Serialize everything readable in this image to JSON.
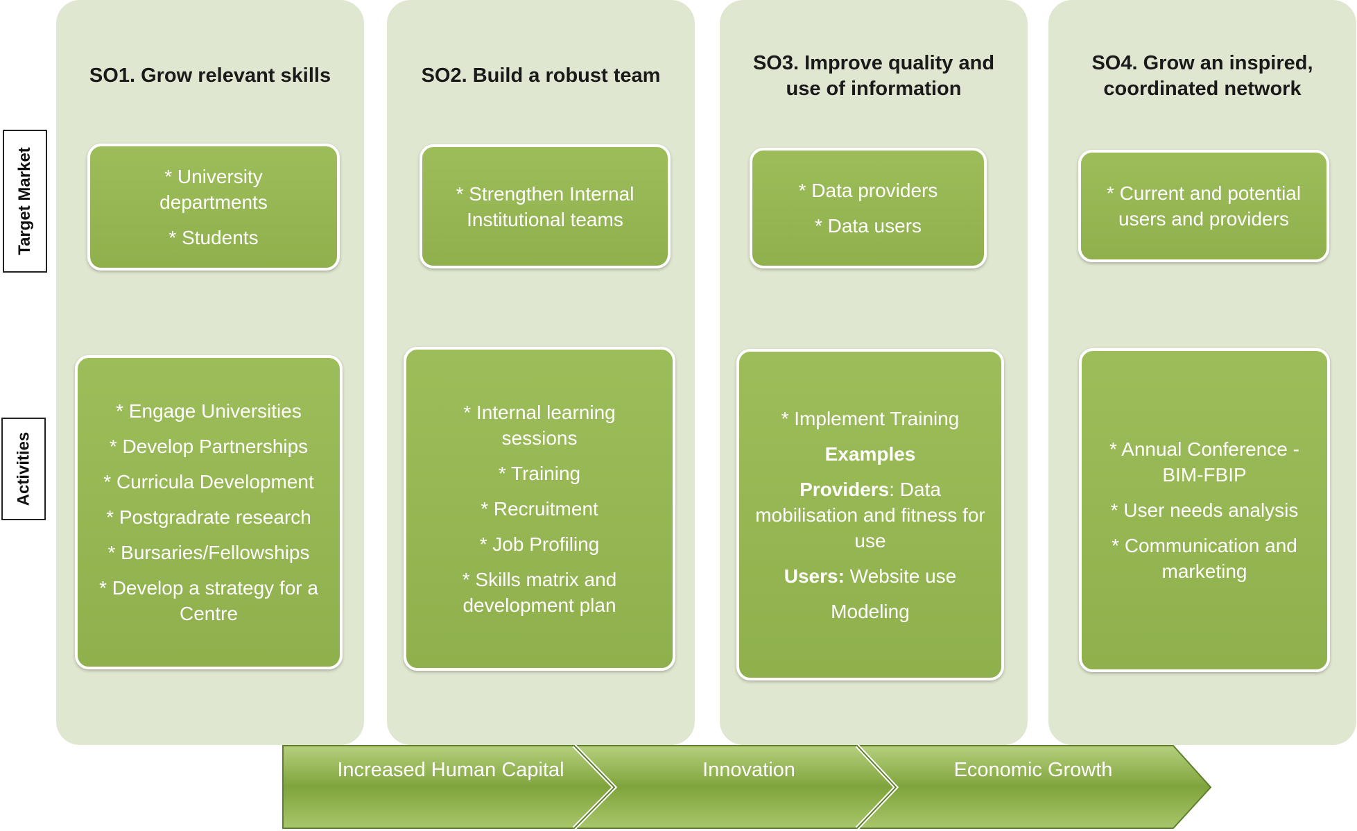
{
  "side_labels": {
    "target_market": "Target Market",
    "activities": "Activities"
  },
  "columns": [
    {
      "title_lines": [
        "SO1. Grow relevant skills"
      ],
      "target_lines": [
        "* University departments",
        "* Students"
      ],
      "activity_lines": [
        "* Engage Universities",
        "* Develop Partnerships",
        "* Curricula Development",
        "* Postgradrate research",
        "* Bursaries/Fellowships",
        "* Develop a strategy for a Centre"
      ]
    },
    {
      "title_lines": [
        "SO2. Build a robust team"
      ],
      "target_lines": [
        "* Strengthen Internal Institutional teams"
      ],
      "activity_lines": [
        "* Internal learning sessions",
        "* Training",
        "* Recruitment",
        "* Job Profiling",
        "* Skills matrix and development plan"
      ]
    },
    {
      "title_lines": [
        "SO3. Improve quality and",
        "use of information"
      ],
      "target_lines": [
        "* Data providers",
        "* Data users"
      ],
      "activity_lines": [
        "* Implement Training"
      ],
      "activity_examples": {
        "heading": "Examples",
        "providers_label": "Providers",
        "providers_text": ": Data mobilisation and fitness for use",
        "users_label": "Users:",
        "users_text": " Website use",
        "modeling": "Modeling"
      }
    },
    {
      "title_lines": [
        "SO4. Grow an inspired,",
        "coordinated network"
      ],
      "target_lines": [
        "* Current and potential users and providers"
      ],
      "activity_lines": [
        "* Annual Conference - BIM-FBIP",
        "* User needs analysis",
        "* Communication and marketing"
      ]
    }
  ],
  "outcomes_arrow": {
    "stages": [
      "Increased Human Capital",
      "Innovation",
      "Economic Growth"
    ],
    "colors": {
      "fill_top": "#b6cf7e",
      "fill_mid": "#7fa43c",
      "fill_bottom": "#a9c66b",
      "outline": "#5e7f2a"
    }
  },
  "colors": {
    "column_bg": "#dfe7d0",
    "box_green": "#94b552"
  }
}
